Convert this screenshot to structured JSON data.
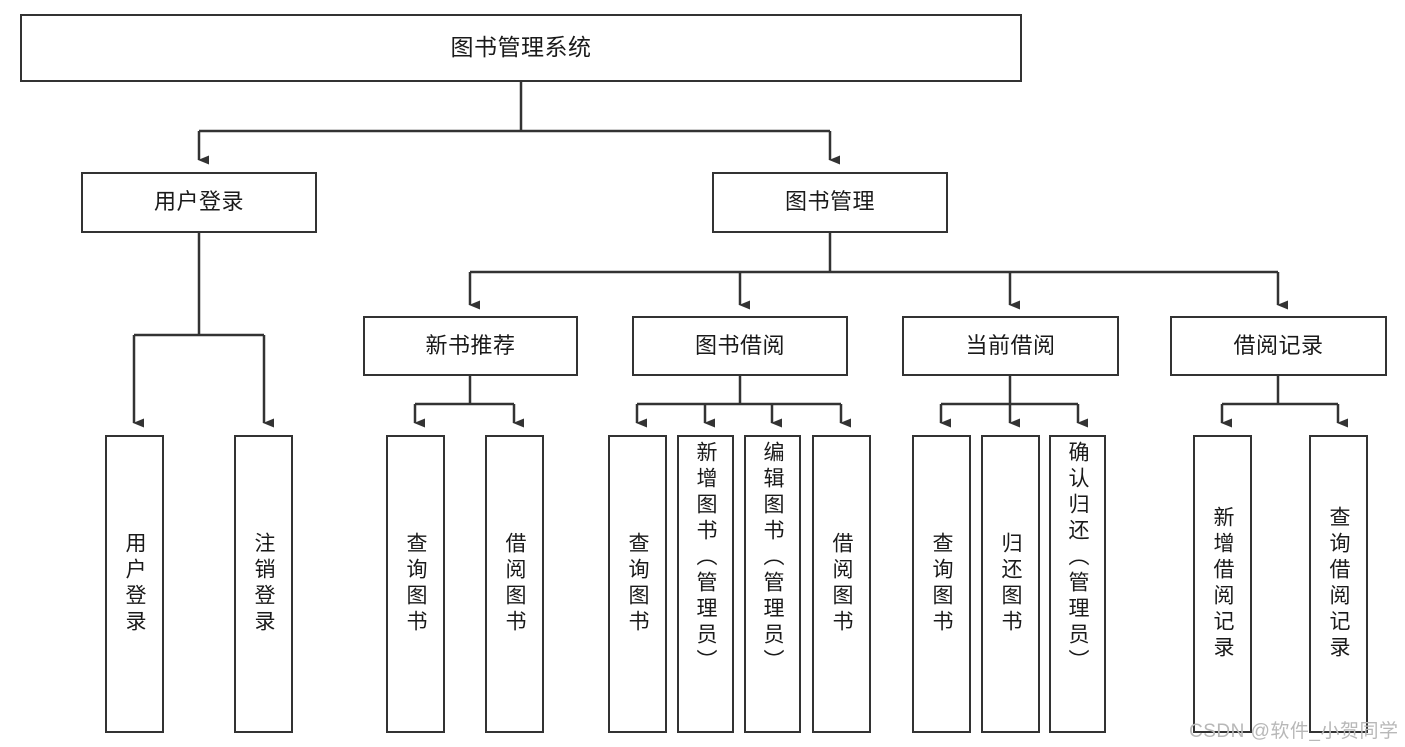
{
  "diagram": {
    "type": "tree-hierarchy",
    "title": "图书管理系统",
    "watermark": "CSDN @软件_小贺同学",
    "colors": {
      "box_border": "#333333",
      "box_fill": "#ffffff",
      "connector": "#333333",
      "text": "#1a1a1a",
      "watermark": "#b8b8b8",
      "background": "#ffffff"
    },
    "root": {
      "label": "图书管理系统"
    },
    "level1": [
      {
        "label": "用户登录"
      },
      {
        "label": "图书管理"
      }
    ],
    "level2": [
      {
        "label": "新书推荐"
      },
      {
        "label": "图书借阅"
      },
      {
        "label": "当前借阅"
      },
      {
        "label": "借阅记录"
      }
    ],
    "leaves": [
      {
        "label": "用户登录",
        "parent": "用户登录"
      },
      {
        "label": "注销登录",
        "parent": "用户登录"
      },
      {
        "label": "查询图书",
        "parent": "新书推荐"
      },
      {
        "label": "借阅图书",
        "parent": "新书推荐"
      },
      {
        "label": "查询图书",
        "parent": "图书借阅"
      },
      {
        "label": "新增图书（管理员）",
        "parent": "图书借阅"
      },
      {
        "label": "编辑图书（管理员）",
        "parent": "图书借阅"
      },
      {
        "label": "借阅图书",
        "parent": "图书借阅"
      },
      {
        "label": "查询图书",
        "parent": "当前借阅"
      },
      {
        "label": "归还图书",
        "parent": "当前借阅"
      },
      {
        "label": "确认归还（管理员）",
        "parent": "当前借阅"
      },
      {
        "label": "新增借阅记录",
        "parent": "借阅记录"
      },
      {
        "label": "查询借阅记录",
        "parent": "借阅记录"
      }
    ]
  }
}
